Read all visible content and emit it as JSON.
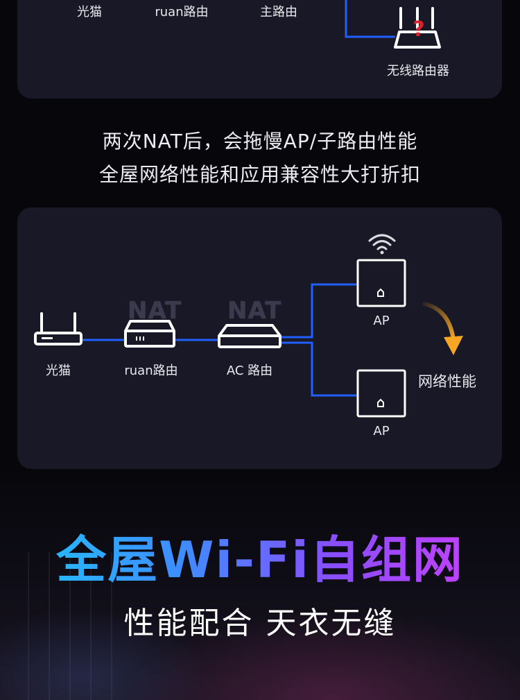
{
  "top_diagram": {
    "labels": [
      "光猫",
      "ruan路由",
      "主路由"
    ],
    "wireless_label": "无线路由器",
    "question_mark": "?"
  },
  "caption": {
    "line1": "两次NAT后，会拖慢AP/子路由性能",
    "line2": "全屋网络性能和应用兼容性大打折扣"
  },
  "mid_diagram": {
    "nat_labels": [
      "NAT",
      "NAT"
    ],
    "modem_label": "光猫",
    "router_label": "ruan路由",
    "ac_label": "AC 路由",
    "ap_labels": [
      "AP",
      "AP"
    ],
    "perf_label": "网络性能",
    "link_color": "#1f5fff",
    "arrow_color": "#f5a623"
  },
  "headline": "全屋Wi-Fi自组网",
  "tagline": "性能配合 天衣无缝"
}
